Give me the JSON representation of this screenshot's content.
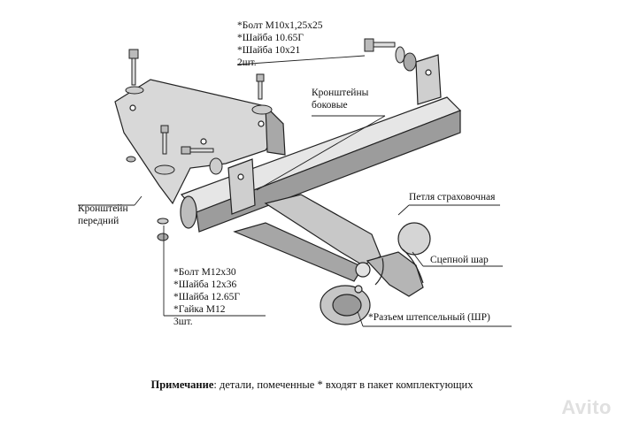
{
  "labels": {
    "top_right": [
      "*Болт М10х1,25х25",
      "*Шайба 10.65Г",
      "*Шайба 10х21",
      "2шт."
    ],
    "side_brackets": [
      "Кронштейны",
      "боковые"
    ],
    "front_bracket": [
      "Кронштейн",
      "передний"
    ],
    "bottom_left": [
      "*Болт М12х30",
      "*Шайба 12х36",
      "*Шайба 12.65Г",
      "*Гайка М12",
      "3шт."
    ],
    "safety_loop": "Петля страховочная",
    "tow_ball": "Сцепной шар",
    "socket": "*Разъем штепсельный (ШР)"
  },
  "note": {
    "bold": "Примечание",
    "text": ": детали, помеченные * входят в пакет комплектующих"
  },
  "watermark": "Avito"
}
